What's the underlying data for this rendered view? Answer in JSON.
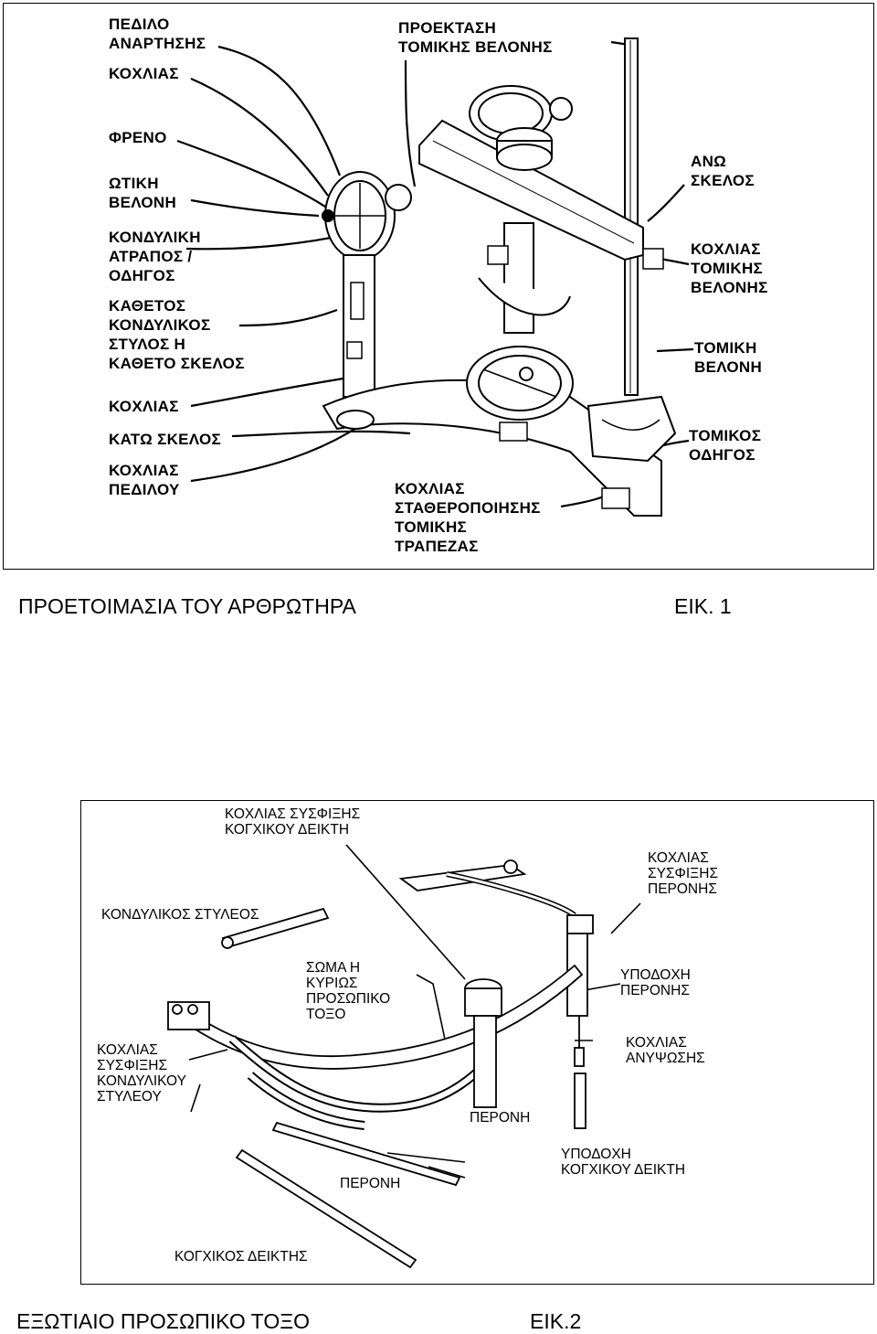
{
  "figure1": {
    "labels": {
      "pedilo": "ΠΕΔΙΛΟ\nΑΝΑΡΤΗΣΗΣ",
      "kochlias_top": "ΚΟΧΛΙΑΣ",
      "freno": "ΦΡΕΝΟ",
      "otiki_veloni": "ΩΤΙΚΗ\nΒΕΛΟΝΗ",
      "kondyliki_atrapos": "ΚΟΝΔΥΛΙΚΗ\nΑΤΡΑΠΟΣ /\nΟΔΗΓΟΣ",
      "kathetos": "ΚΑΘΕΤΟΣ\nΚΟΝΔΥΛΙΚΟΣ\nΣΤΥΛΟΣ Η\nΚΑΘΕΤΟ ΣΚΕΛΟΣ",
      "kochlias_mid": "ΚΟΧΛΙΑΣ",
      "kato_skelos": "ΚΑΤΩ ΣΚΕΛΟΣ",
      "kochlias_pedilou": "ΚΟΧΛΙΑΣ\nΠΕΔΙΛΟΥ",
      "proektasi": "ΠΡΟΕΚΤΑΣΗ\nΤΟΜΙΚΗΣ ΒΕΛΟΝΗΣ",
      "ano_skelos": "ΑΝΩ\nΣΚΕΛΟΣ",
      "kochlias_tomikis": "ΚΟΧΛΙΑΣ\nΤΟΜΙΚΗΣ\nΒΕΛΟΝΗΣ",
      "tomiki_veloni": "ΤΟΜΙΚΗ\nΒΕΛΟΝΗ",
      "tomikos_odigos": "ΤΟΜΙΚΟΣ\nΟΔΗΓΟΣ",
      "kochlias_stath": "ΚΟΧΛΙΑΣ\nΣΤΑΘΕΡΟΠΟΙΗΣΗΣ\nΤΟΜΙΚΗΣ\nΤΡΑΠΕΖΑΣ"
    }
  },
  "caption1": {
    "title": "ΠΡΟΕΤΟΙΜΑΣΙΑ ΤΟΥ ΑΡΘΡΩΤΗΡΑ",
    "fig": "ΕΙΚ. 1"
  },
  "figure2": {
    "labels": {
      "kochlias_kogx": "ΚΟΧΛΙΑΣ ΣΥΣΦΙΞΗΣ\nΚΟΓΧΙΚΟΥ ΔΕΙΚΤΗ",
      "kondylikos_stylos": "ΚΟΝΔΥΛΙΚΟΣ ΣΤΥΛΕΟΣ",
      "kochlias_peronis": "ΚΟΧΛΙΑΣ\nΣΥΣΦΙΞΗΣ\nΠΕΡΟΝΗΣ",
      "soma": "ΣΩΜΑ Η\nΚΥΡΙΩΣ\nΠΡΟΣΩΠΙΚΟ\nΤΟΞΟ",
      "ypodoxi_peronis": "ΥΠΟΔΟΧΗ\nΠΕΡΟΝΗΣ",
      "kochlias_kondylikou": "ΚΟΧΛΙΑΣ\nΣΥΣΦΙΞΗΣ\nΚΟΝΔΥΛΙΚΟΥ\nΣΤΥΛΕΟΥ",
      "kochlias_anypsosis": "ΚΟΧΛΙΑΣ\nΑΝΥΨΩΣΗΣ",
      "peroni_right": "ΠΕΡΟΝΗ",
      "ypodoxi_kogx": "ΥΠΟΔΟΧΗ\nΚΟΓΧΙΚΟΥ ΔΕΙΚΤΗ",
      "peroni_bottom": "ΠΕΡΟΝΗ",
      "kogxikos_deiktis": "ΚΟΓΧΙΚΟΣ ΔΕΙΚΤΗΣ"
    }
  },
  "caption2": {
    "title": "ΕΞΩΤΙΑΙΟ ΠΡΟΣΩΠΙΚΟ ΤΟΞΟ",
    "fig": "ΕΙΚ.2"
  }
}
